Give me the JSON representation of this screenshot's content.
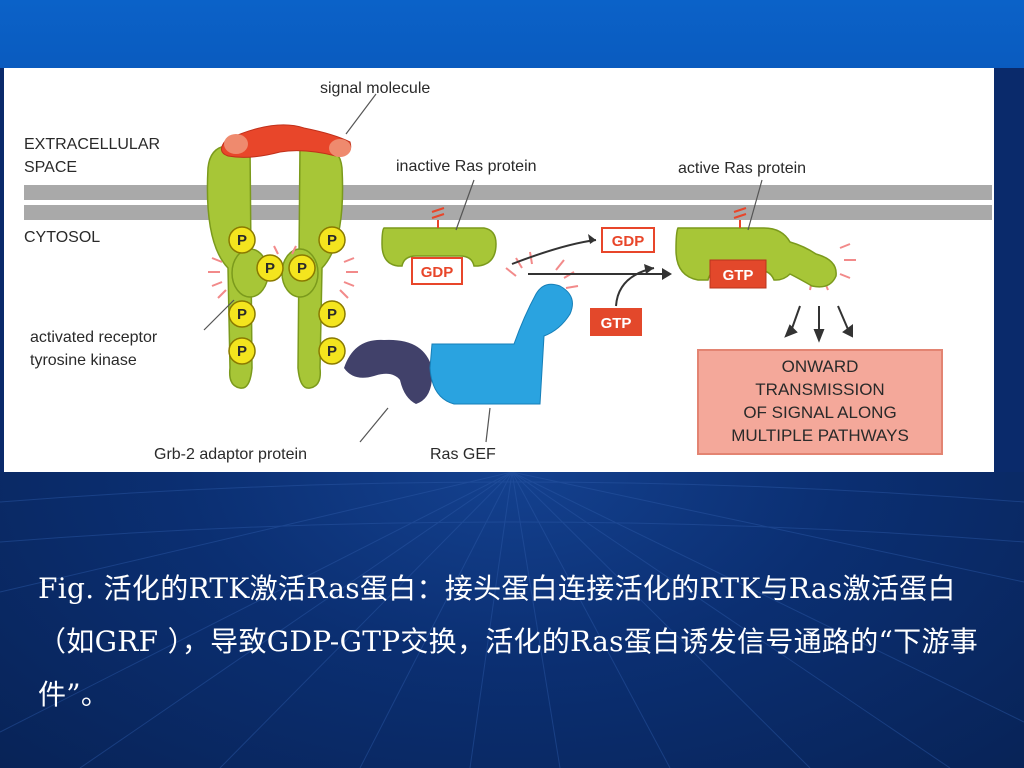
{
  "figure": {
    "labels": {
      "signal_molecule": "signal molecule",
      "extracellular_line1": "EXTRACELLULAR",
      "extracellular_line2": "SPACE",
      "cytosol": "CYTOSOL",
      "inactive_ras": "inactive Ras protein",
      "active_ras": "active Ras protein",
      "receptor_line1": "activated receptor",
      "receptor_line2": "tyrosine kinase",
      "grb2": "Grb-2 adaptor protein",
      "ras_gef": "Ras GEF",
      "phospho": "P",
      "gdp": "GDP",
      "gtp": "GTP"
    },
    "onward_box": {
      "line1": "ONWARD",
      "line2": "TRANSMISSION",
      "line3": "OF SIGNAL ALONG",
      "line4": "MULTIPLE PATHWAYS"
    },
    "colors": {
      "membrane": "#a9a9a9",
      "receptor": "#a7c637",
      "phosphate": "#f4e51e",
      "signal": "#e8462a",
      "gef": "#2aa3e0",
      "grb2": "#41416a",
      "gtp_fill": "#e3482b",
      "onward_fill": "#f4a89a"
    }
  },
  "caption": "Fig. 活化的RTK激活Ras蛋白：接头蛋白连接活化的RTK与Ras激活蛋白（如GRF ），导致GDP-GTP交换，活化的Ras蛋白诱发信号通路的“下游事件”。"
}
